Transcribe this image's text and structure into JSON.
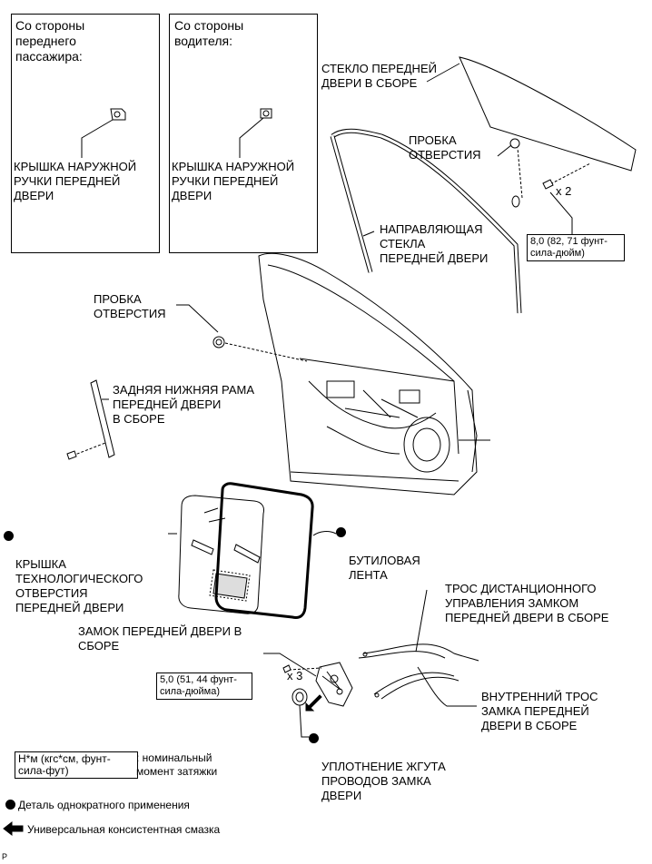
{
  "insets": [
    {
      "header": "Со стороны\nпереднего\nпассажира:",
      "part": "КРЫШКА НАРУЖНОЙ\nРУЧКИ ПЕРЕДНЕЙ\nДВЕРИ"
    },
    {
      "header": "Со стороны\nводителя:",
      "part": "КРЫШКА НАРУЖНОЙ\nРУЧКИ ПЕРЕДНЕЙ\nДВЕРИ"
    }
  ],
  "labels": {
    "glass": "СТЕКЛО ПЕРЕДНЕЙ\nДВЕРИ В СБОРЕ",
    "plug_upper": "ПРОБКА\nОТВЕРСТИЯ",
    "glass_qty": "x 2",
    "torque_glass": "8,0 (82, 71 фунт-\nсила-дюйм)",
    "run_channel": "НАПРАВЛЯЮЩАЯ\nСТЕКЛА\nПЕРЕДНЕЙ ДВЕРИ",
    "plug_lower": "ПРОБКА\nОТВЕРСТИЯ",
    "rear_frame": "ЗАДНЯЯ НИЖНЯЯ РАМА\nПЕРЕДНЕЙ ДВЕРИ\nВ СБОРЕ",
    "service_cover": "КРЫШКА\nТЕХНОЛОГИЧЕСКОГО\nОТВЕРСТИЯ\nПЕРЕДНЕЙ ДВЕРИ",
    "butyl_tape": "БУТИЛОВАЯ\nЛЕНТА",
    "remote_cable": "ТРОС ДИСТАНЦИОННОГО\nУПРАВЛЕНИЯ ЗАМКОМ\nПЕРЕДНЕЙ ДВЕРИ В СБОРЕ",
    "door_lock": "ЗАМОК ПЕРЕДНЕЙ ДВЕРИ В\nСБОРЕ",
    "lock_qty": "x 3",
    "torque_lock": "5,0 (51, 44 фунт-\nсила-дюйма)",
    "inside_cable": "ВНУТРЕННИЙ ТРОС\nЗАМКА ПЕРЕДНЕЙ\nДВЕРИ В СБОРЕ",
    "grommet": "УПЛОТНЕНИЕ ЖГУТА\nПРОВОДОВ ЗАМКА\nДВЕРИ"
  },
  "legend": {
    "torque_box": "Н*м (кгс*см, фунт-\nсила-фут)",
    "torque_desc": ": номинальный\nмомент затяжки",
    "non_reusable": "Деталь однократного применения",
    "grease": "Универсальная консистентная смазка"
  },
  "corner_mark": "P"
}
